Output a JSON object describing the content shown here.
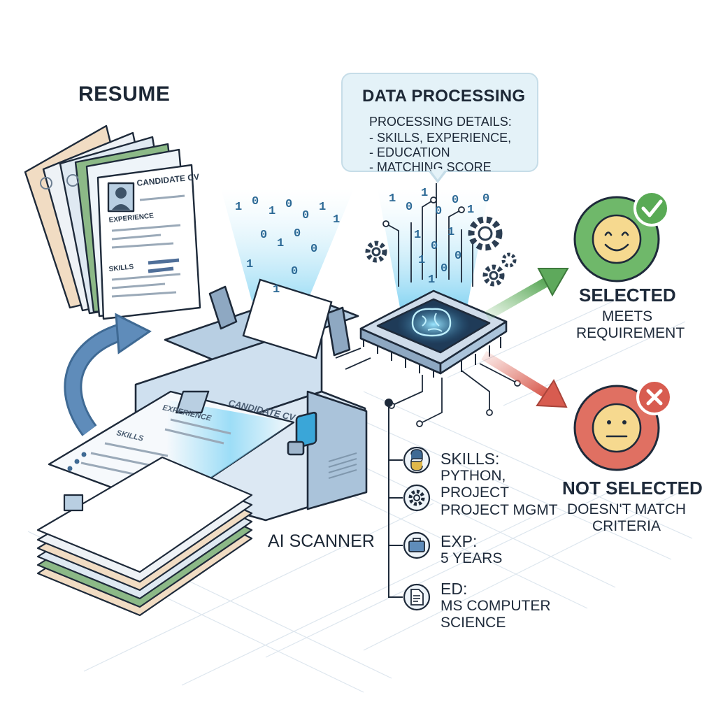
{
  "resume": {
    "title": "RESUME"
  },
  "cv_card": {
    "title": "CANDIDATE CV",
    "experience_label": "EXPERIENCE",
    "skills_label": "SKILLS"
  },
  "scanner": {
    "label": "AI SCANNER"
  },
  "processing": {
    "title": "DATA PROCESSING",
    "subtitle": "PROCESSING DETAILS:",
    "items": [
      "- SKILLS, EXPERIENCE,",
      "- EDUCATION",
      "- MATCHING SCORE"
    ]
  },
  "binary_stream": [
    "1",
    "0",
    "1",
    "0",
    "0",
    "1",
    "1",
    "0",
    "1",
    "0",
    "0",
    "1",
    "0",
    "1",
    "1",
    "0",
    "1",
    "0",
    "0",
    "1",
    "0",
    "1",
    "0",
    "1",
    "1",
    "0",
    "0",
    "1"
  ],
  "outcomes": {
    "selected": {
      "title": "SELECTED",
      "description": "MEETS REQUIREMENT",
      "face": "happy-face",
      "badge": "check-badge"
    },
    "rejected": {
      "title": "NOT SELECTED",
      "description": "DOESN'T MATCH CRITERIA",
      "face": "neutral-face",
      "badge": "cross-badge"
    }
  },
  "details": [
    {
      "icon": "python-icon",
      "label": "SKILLS:",
      "value": "PYTHON,\nPROJECT\nPROJECT MGMT"
    },
    {
      "icon": "gear-icon",
      "label": "",
      "value": ""
    },
    {
      "icon": "briefcase-icon",
      "label": "EXP:",
      "value": "5 YEARS"
    },
    {
      "icon": "document-icon",
      "label": "ED:",
      "value": "MS COMPUTER\nSCIENCE"
    }
  ],
  "colors": {
    "selected": "#6fb86a",
    "rejected": "#e07062",
    "accent": "#4fb9e0",
    "ink": "#1e2a3a",
    "face": "#f6d98f"
  }
}
